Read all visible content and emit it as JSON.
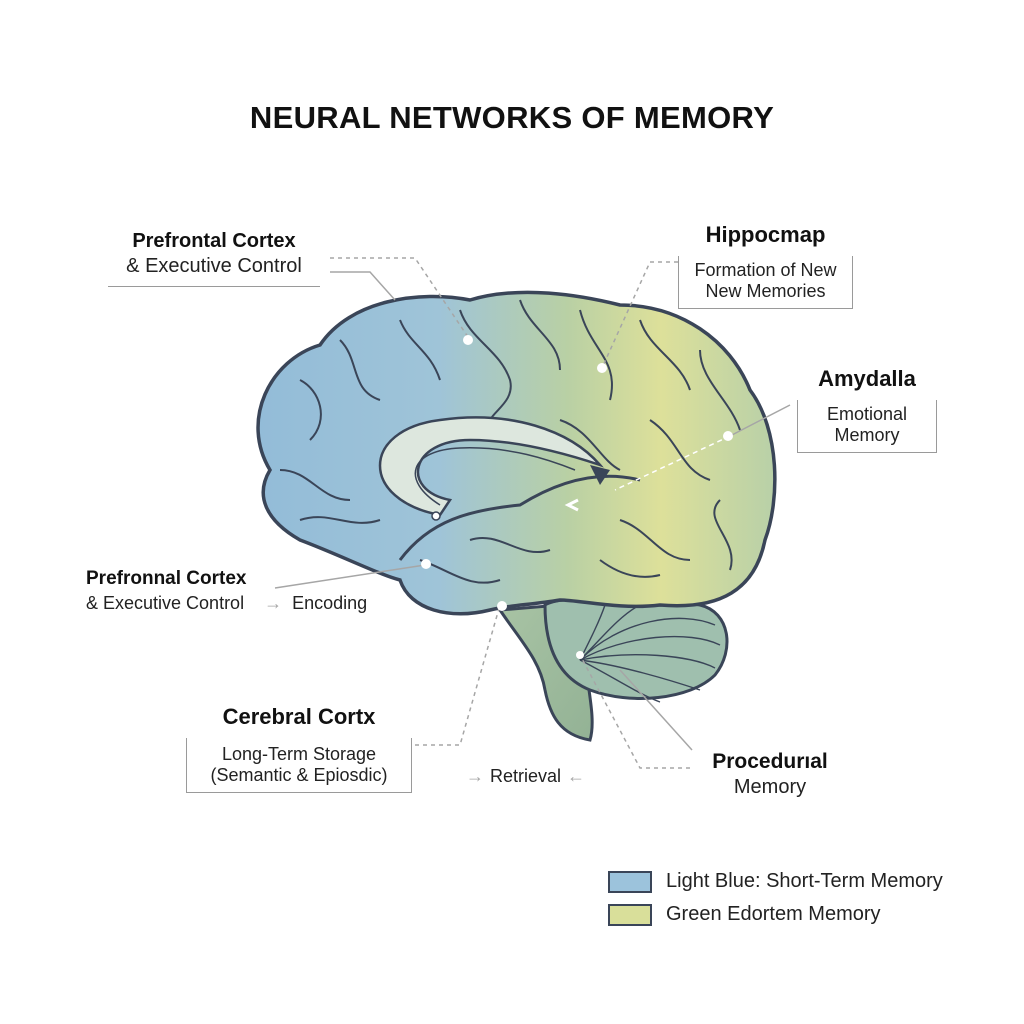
{
  "title": "NEURAL NETWORKS OF MEMORY",
  "colors": {
    "short_term": "#9cc3dc",
    "long_term": "#d9df9a",
    "outline": "#3a4558",
    "leader": "#a6a6a6"
  },
  "labels": {
    "prefrontal_top": {
      "heading": "Prefrontal Cortex",
      "sub": "& Executive Control"
    },
    "hippocampus": {
      "heading": "Hippocmap",
      "lines": [
        "Formation of New",
        "New Memories"
      ]
    },
    "amygdala": {
      "heading": "Amydalla",
      "lines": [
        "Emotional",
        "Memory"
      ]
    },
    "prefrontal_bottom": {
      "heading": "Prefronnal Cortex",
      "sub": "& Executive Control",
      "process": "Encoding"
    },
    "cerebral_cortex": {
      "heading": "Cerebral Cortx",
      "lines": [
        "Long-Term Storage",
        "(Semantic & Epiosdic)"
      ]
    },
    "retrieval": {
      "text": "Retrieval"
    },
    "procedural": {
      "heading": "Procedurıal",
      "sub": "Memory"
    }
  },
  "legend": [
    {
      "label": "Light Blue: Short-Term Memory",
      "color": "#9cc3dc"
    },
    {
      "label": "Green Edortem Memory",
      "color": "#d9df9a"
    }
  ],
  "icons": {
    "arrow_right": "→",
    "arrow_left": "←"
  }
}
